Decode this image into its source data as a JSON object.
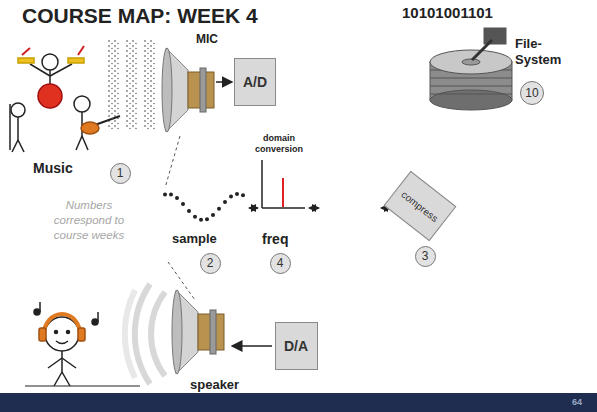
{
  "diagram": {
    "title": "COURSE MAP: WEEK 4",
    "nodes": [
      {
        "text": [
          "A/D"
        ]
      },
      {
        "text": [
          "10"
        ]
      },
      {
        "text": [
          "1"
        ]
      },
      {
        "text": [
          "compress"
        ]
      },
      {
        "text": [
          "2"
        ]
      },
      {
        "text": [
          "4"
        ]
      },
      {
        "text": [
          "3"
        ]
      },
      {
        "text": [
          "D/A"
        ]
      }
    ],
    "labels": [
      "10101001101",
      "MIC",
      "File- System",
      "Music",
      "Numbers correspond to course weeks",
      "sample",
      "domain conversion",
      "freq",
      "speaker",
      "64"
    ]
  }
}
